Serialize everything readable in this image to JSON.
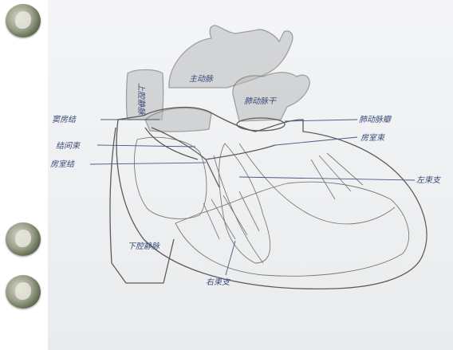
{
  "labels": {
    "svc": "上腔静脉",
    "aorta": "主动脉",
    "pa": "肺动脉干",
    "sinus_node": "窦房结",
    "internodal": "结间束",
    "av_node": "房室结",
    "valve": "肺动脉瓣",
    "his": "房室束",
    "left_bundle": "左束支",
    "ivc": "下腔静脉",
    "right_bundle": "右束支"
  },
  "icons": [
    "avatar-icon",
    "avatar-icon",
    "avatar-icon"
  ]
}
